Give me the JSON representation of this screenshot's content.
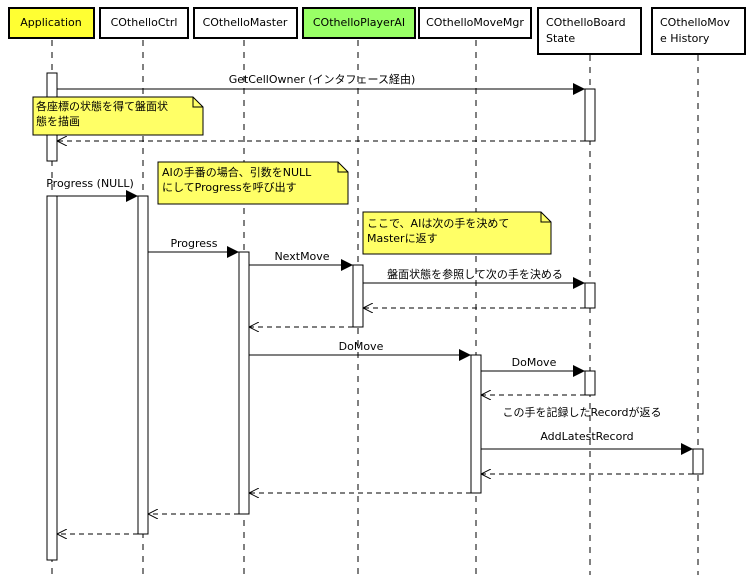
{
  "lifelines": [
    {
      "id": "app",
      "name": "Application",
      "fill": "#ffff33"
    },
    {
      "id": "ctrl",
      "name": "COthelloCtrl",
      "fill": "#ffffff"
    },
    {
      "id": "master",
      "name": "COthelloMaster",
      "fill": "#ffffff"
    },
    {
      "id": "player",
      "name": "COthelloPlayerAI",
      "fill": "#99ff66"
    },
    {
      "id": "movemgr",
      "name": "COthelloMoveMgr",
      "fill": "#ffffff"
    },
    {
      "id": "board",
      "name_line1": "COthelloBoard",
      "name_line2": "State",
      "fill": "#ffffff"
    },
    {
      "id": "history",
      "name_line1": "COthelloMov",
      "name_line2": "e History",
      "fill": "#ffffff"
    }
  ],
  "messages": {
    "m1": "GetCellOwner (インタフェース経由)",
    "m2": "Progress (NULL)",
    "m3": "Progress",
    "m4": "NextMove",
    "m5": "盤面状態を参照して次の手を決める",
    "m6": "DoMove",
    "m7": "DoMove",
    "m8": "この手を記録したRecordが返る",
    "m9": "AddLatestRecord"
  },
  "notes": {
    "n1_line1": "各座標の状態を得て盤面状",
    "n1_line2": "態を描画",
    "n2_line1": "AIの手番の場合、引数をNULL",
    "n2_line2": "にしてProgressを呼び出す",
    "n3_line1": "ここで、AIは次の手を決めて",
    "n3_line2": "Masterに返す"
  },
  "colors": {
    "note_fill": "#ffff66",
    "header_line": "#000000"
  }
}
